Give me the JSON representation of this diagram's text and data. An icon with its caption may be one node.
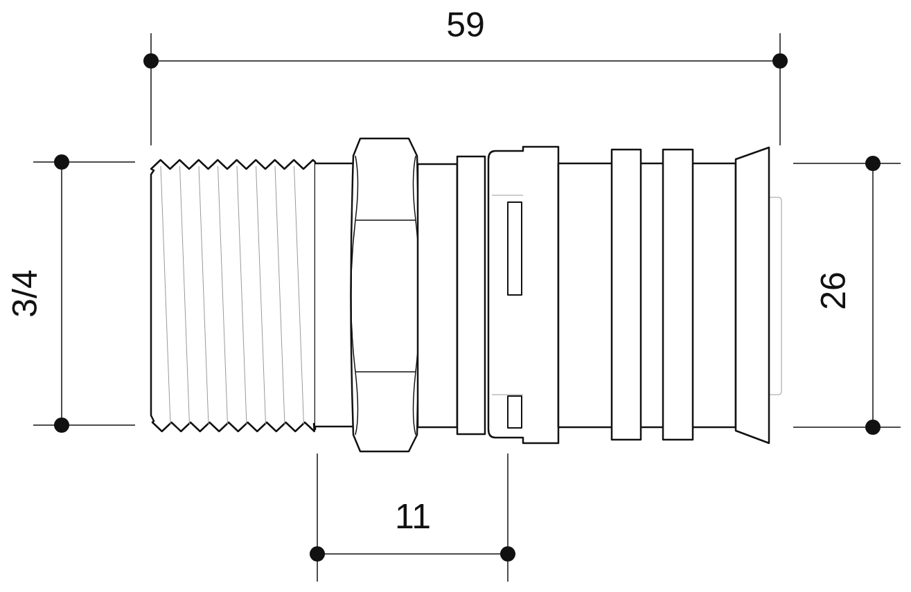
{
  "diagram": {
    "labels": [
      "59",
      "3/4",
      "26",
      "11"
    ]
  }
}
